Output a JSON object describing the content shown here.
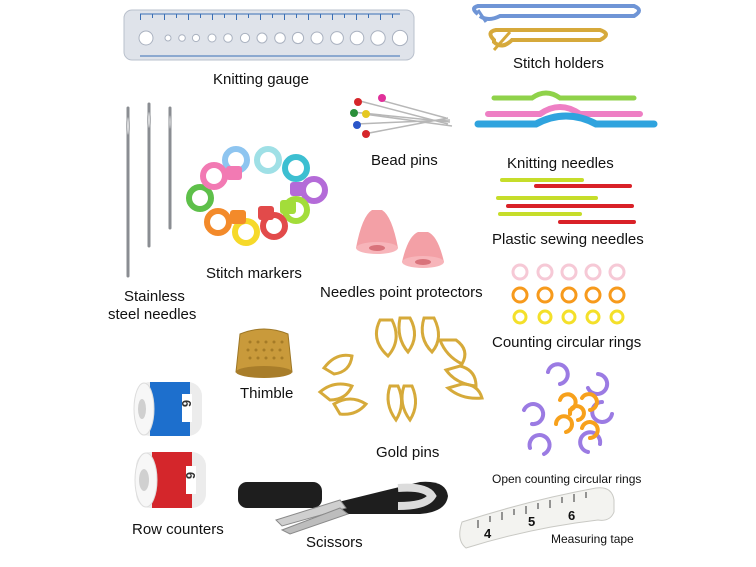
{
  "labels": {
    "knitting_gauge": "Knitting gauge",
    "stitch_holders": "Stitch holders",
    "bead_pins": "Bead pins",
    "knitting_needles": "Knitting needles",
    "stainless_line1": "Stainless",
    "stainless_line2": "steel needles",
    "stitch_markers": "Stitch markers",
    "plastic_sewing_needles": "Plastic sewing needles",
    "needles_point_protectors": "Needles point protectors",
    "counting_circular_rings": "Counting circular rings",
    "thimble": "Thimble",
    "gold_pins": "Gold pins",
    "open_counting_circular_rings": "Open counting circular rings",
    "row_counters": "Row counters",
    "scissors": "Scissors",
    "measuring_tape": "Measuring tape"
  },
  "row_counter_digits": {
    "blue": "6",
    "red": "6"
  },
  "tape_numbers": [
    "4",
    "5",
    "6"
  ],
  "colors": {
    "gauge": "#dfe3ea",
    "gauge_text": "#3a6fb5",
    "holder_blue": "#6f95d6",
    "holder_gold": "#d6a93b",
    "needle_green": "#8fd24a",
    "needle_pink": "#ee7fc4",
    "needle_blue": "#2fa3de",
    "sewing_red": "#d92128",
    "sewing_yellow": "#c6dd2a",
    "protector_pink": "#f3a0a6",
    "ring_pink": "#f6c9d6",
    "ring_orange": "#f79a1c",
    "ring_yellow": "#f4e02a",
    "open_ring_purple": "#9b7be3",
    "open_ring_orange": "#f7a11c",
    "thimble": "#c99a3b",
    "counter_blue": "#1d6fcd",
    "counter_red": "#d4262b",
    "scissor_black": "#1e1e1e",
    "tape": "#f3f3f0"
  }
}
